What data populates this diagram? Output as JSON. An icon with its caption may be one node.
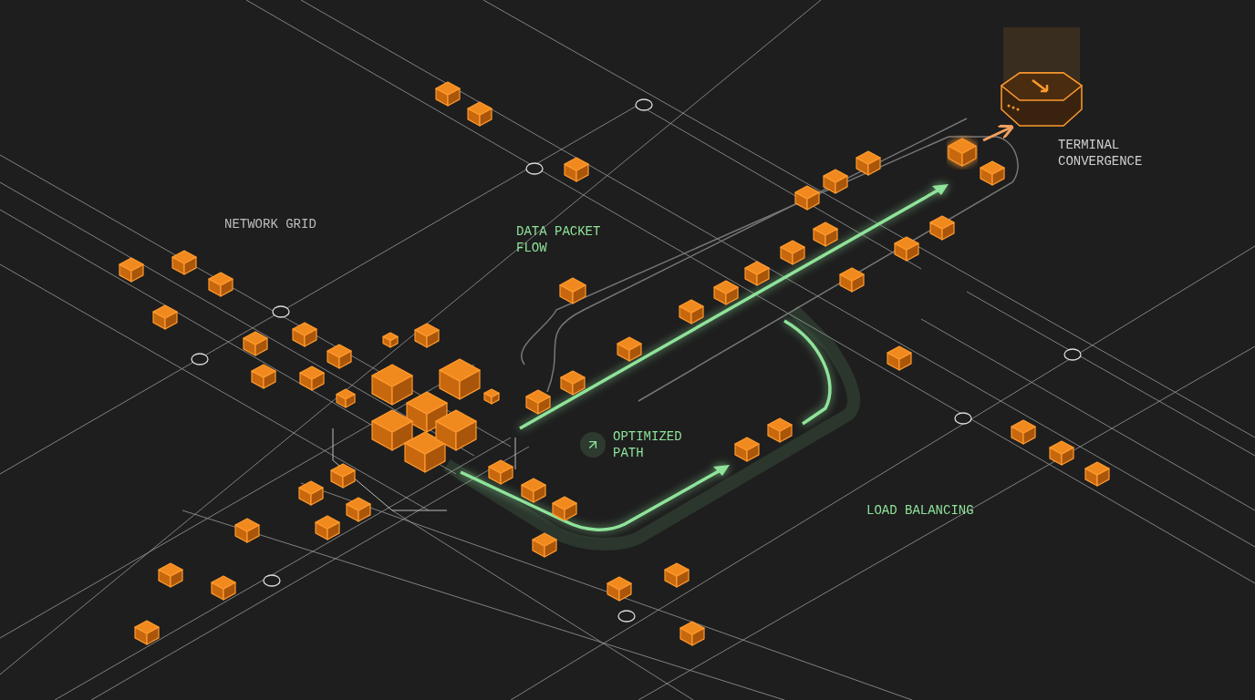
{
  "diagram": {
    "nodes": [
      {
        "text": [],
        "shape": "picture",
        "beside": [
          "TERMINAL CONVERGENCE"
        ]
      },
      {
        "text": [],
        "shape": "box"
      }
    ],
    "edges": [
      {
        "from": 1,
        "to": 0,
        "arrow": "to",
        "color": "#f0a060"
      }
    ],
    "labels": [
      "NETWORK GRID",
      "DATA PACKET FLOW",
      "OPTIMIZED PATH",
      "LOAD BALANCING"
    ]
  }
}
